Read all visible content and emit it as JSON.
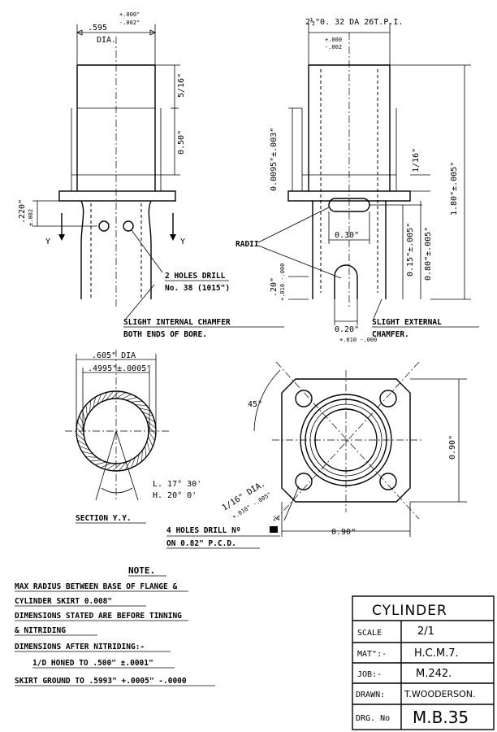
{
  "top_left": {
    "dia_value": ".595",
    "dia_tol_plus": "+.000\"",
    "dia_tol_minus": "-.002\"",
    "dia_unit": "DIA.",
    "dim_5_16": "5/16\"",
    "dim_050": "0.50\"",
    "dim_220": ".220\"",
    "dim_220_tol": "±.002",
    "section_y": "Y",
    "holes_line1": "2 HOLES DRILL",
    "holes_line2": "No. 38 (1015\")",
    "chamfer_line1": "SLIGHT INTERNAL CHAMFER",
    "chamfer_line2": "BOTH ENDS OF BORE."
  },
  "top_right": {
    "thread": "2½\"0. 32 DA 26T.P.I.",
    "thread_tol_plus": "+.000",
    "thread_tol_minus": "-.002",
    "dim_0095": "0.0095\"±.003\"",
    "dim_116": "1/16\"",
    "dim_180": "1.80\"±.005\"",
    "radii": "RADII",
    "dim_030": "0.30\"",
    "dim_015": "0.15\"±.005\"",
    "dim_080": "0.80\"±.005\"",
    "dim_020_side": ".20\"",
    "dim_020_side_tol": "+.010 -.000",
    "dim_020": "0.20\"",
    "dim_020_tol": "+.010 -.000",
    "chamfer_line1": "SLIGHT EXTERNAL",
    "chamfer_line2": "CHAMFER."
  },
  "section": {
    "outer_dia": ".605\" DIA",
    "inner_dia": ".4995\"±.0005\"",
    "angle1": "L. 17° 30'",
    "angle2": "H. 20° 0'",
    "label": "SECTION Y.Y."
  },
  "plan": {
    "angle": "45°",
    "dim_090_v": "0.90\"",
    "dim_090_h": "0.90\"",
    "hole_dia": "1/16\" DIA.",
    "hole_tol": "+.010\" -.005\"",
    "ref_24": "24",
    "holes_line1": "4 HOLES DRILL Nº",
    "holes_line2": "ON 0.82\" P.C.D."
  },
  "notes": {
    "heading": "NOTE.",
    "lines": [
      "MAX RADIUS BETWEEN BASE OF FLANGE &",
      "CYLINDER SKIRT 0.008\"",
      "DIMENSIONS STATED ARE BEFORE TINNING",
      "& NITRIDING",
      "DIMENSIONS AFTER NITRIDING:-",
      "1/D HONED TO .500\" ±.0001\"",
      "SKIRT GROUND TO .5993\" +.0005\" -.0000"
    ]
  },
  "title_block": {
    "title": "CYLINDER",
    "rows": [
      {
        "key": "SCALE",
        "value": "2/1"
      },
      {
        "key": "MAT\":-",
        "value": "H.C.M.7."
      },
      {
        "key": "JOB:-",
        "value": "M.242."
      },
      {
        "key": "DRAWN:",
        "value": "T.WOODERSON."
      },
      {
        "key": "DRG. No",
        "value": "M.B.35"
      }
    ]
  }
}
